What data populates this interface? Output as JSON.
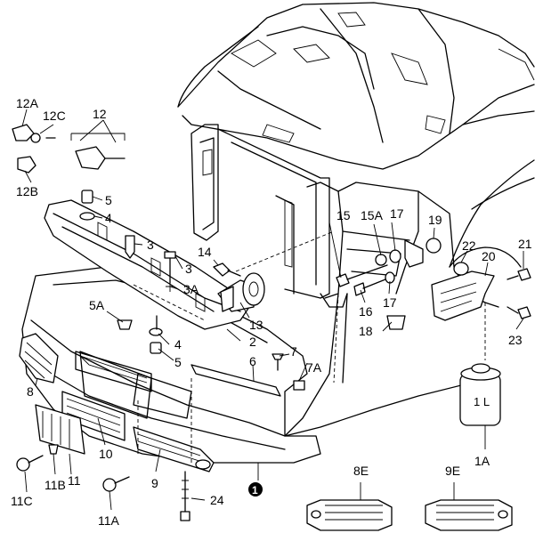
{
  "labels": {
    "p12A": "12A",
    "p12C": "12C",
    "p12": "12",
    "p12B": "12B",
    "p5a": "5",
    "p4a": "4",
    "p3a": "3",
    "p3b": "3",
    "p3A": "3A",
    "p5A": "5A",
    "p4b": "4",
    "p5b": "5",
    "p2": "2",
    "p13": "13",
    "p14": "14",
    "p15": "15",
    "p15A": "15A",
    "p17a": "17",
    "p19": "19",
    "p21": "21",
    "p22": "22",
    "p20": "20",
    "p16": "16",
    "p17b": "17",
    "p18": "18",
    "p23": "23",
    "p7": "7",
    "p7A": "7A",
    "p6": "6",
    "p8": "8",
    "p10": "10",
    "p11": "11",
    "p11B": "11B",
    "p11C": "11C",
    "p9": "9",
    "p11A": "11A",
    "p24": "24",
    "p1": "1",
    "p1A": "1A",
    "p8E": "8E",
    "p9E": "9E",
    "container_text": "1 L"
  }
}
